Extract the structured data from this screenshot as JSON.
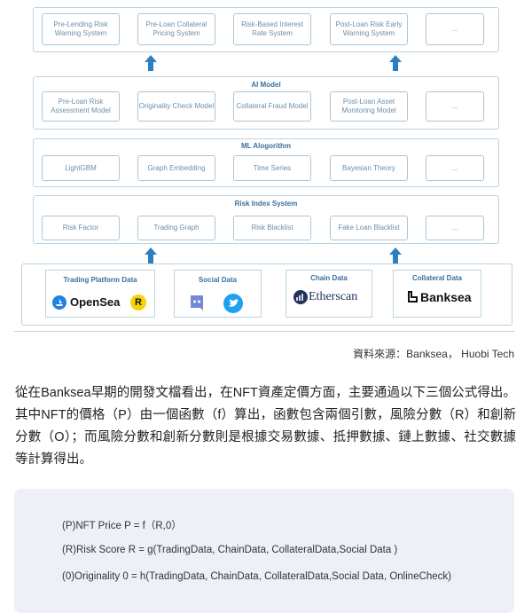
{
  "diagram": {
    "layer1": {
      "items": [
        "Pre-Lending Risk Warning System",
        "Pre-Loan Collateral Pricing System",
        "Risk-Based Interest Rate System",
        "Post-Loan Risk Early Warning System",
        "..."
      ]
    },
    "layer2": {
      "title": "AI Model",
      "items": [
        "Pre-Loan Risk Assessment Model",
        "Originality Check Model",
        "Collateral Fraud Model",
        "Post-Loan Asset Monitoring Model",
        "..."
      ]
    },
    "layer3": {
      "title": "ML Alogorithm",
      "items": [
        "LightGBM",
        "Graph Embedding",
        "Time Series",
        "Bayesian Theory",
        "..."
      ]
    },
    "layer4": {
      "title": "Risk Index System",
      "items": [
        "Risk Factor",
        "Trading Graph",
        "Risk Blacklist",
        "Fake Loan Blacklist",
        "..."
      ]
    },
    "data_sources": [
      {
        "title": "Trading Platform Data",
        "logos": [
          "OpenSea",
          "R"
        ]
      },
      {
        "title": "Social Data",
        "logos": [
          "discord-icon",
          "twitter-icon"
        ]
      },
      {
        "title": "Chain Data",
        "logos": [
          "Etherscan"
        ]
      },
      {
        "title": "Collateral Data",
        "logos": [
          "Banksea"
        ]
      }
    ],
    "accent": "#2d7fc1"
  },
  "source": "資料來源：Banksea， Huobi Tech",
  "paragraph": "從在Banksea早期的開發文檔看出，在NFT資產定價方面，主要通過以下三個公式得出。其中NFT的價格（P）由一個函數（f）算出，函數包含兩個引數，風險分數（R）和創新分數（O）；而風險分數和創新分數則是根據交易數據、抵押數據、鏈上數據、社交數據等計算得出。",
  "formulas": [
    "(P)NFT Price   P = f（R,0）",
    "(R)Risk Score   R = g(TradingData, ChainData, CollateralData,Social Data )",
    "(0)Originality  0 = h(TradingData, ChainData, CollateralData,Social Data, OnlineCheck)"
  ]
}
